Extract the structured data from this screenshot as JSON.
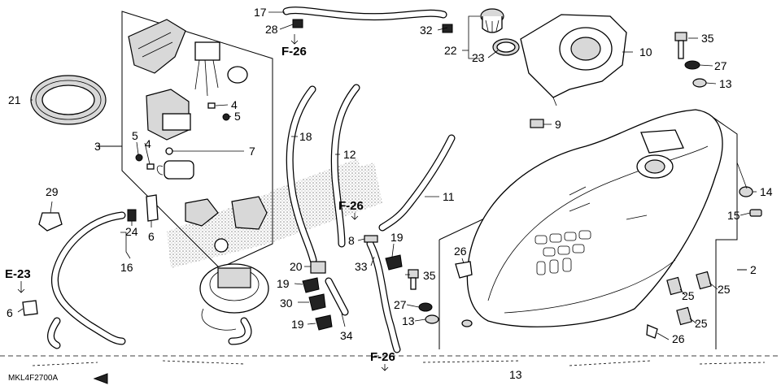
{
  "diagram_code": "MKL4F2700A",
  "callouts": {
    "c17": "17",
    "c28": "28",
    "c32": "32",
    "c22": "22",
    "c23": "23",
    "c10": "10",
    "c35a": "35",
    "c27a": "27",
    "c13a": "13",
    "c21": "21",
    "c3": "3",
    "c4a": "4",
    "c5a": "5",
    "c5b": "5",
    "c4b": "4",
    "c7": "7",
    "c18": "18",
    "c12": "12",
    "c9": "9",
    "c11": "11",
    "c29": "29",
    "c6a": "6",
    "c24": "24",
    "c16": "16",
    "c8": "8",
    "c19a": "19",
    "c26a": "26",
    "c20": "20",
    "c33": "33",
    "c35b": "35",
    "c19b": "19",
    "c30": "30",
    "c19c": "19",
    "c34": "34",
    "c27b": "27",
    "c13b": "13",
    "c6b": "6",
    "c14": "14",
    "c15": "15",
    "c2": "2",
    "c25a": "25",
    "c25b": "25",
    "c25c": "25",
    "c26b": "26",
    "c13c": "13"
  },
  "references": {
    "f26a": "F-26",
    "f26b": "F-26",
    "f26c": "F-26",
    "e23": "E-23"
  }
}
